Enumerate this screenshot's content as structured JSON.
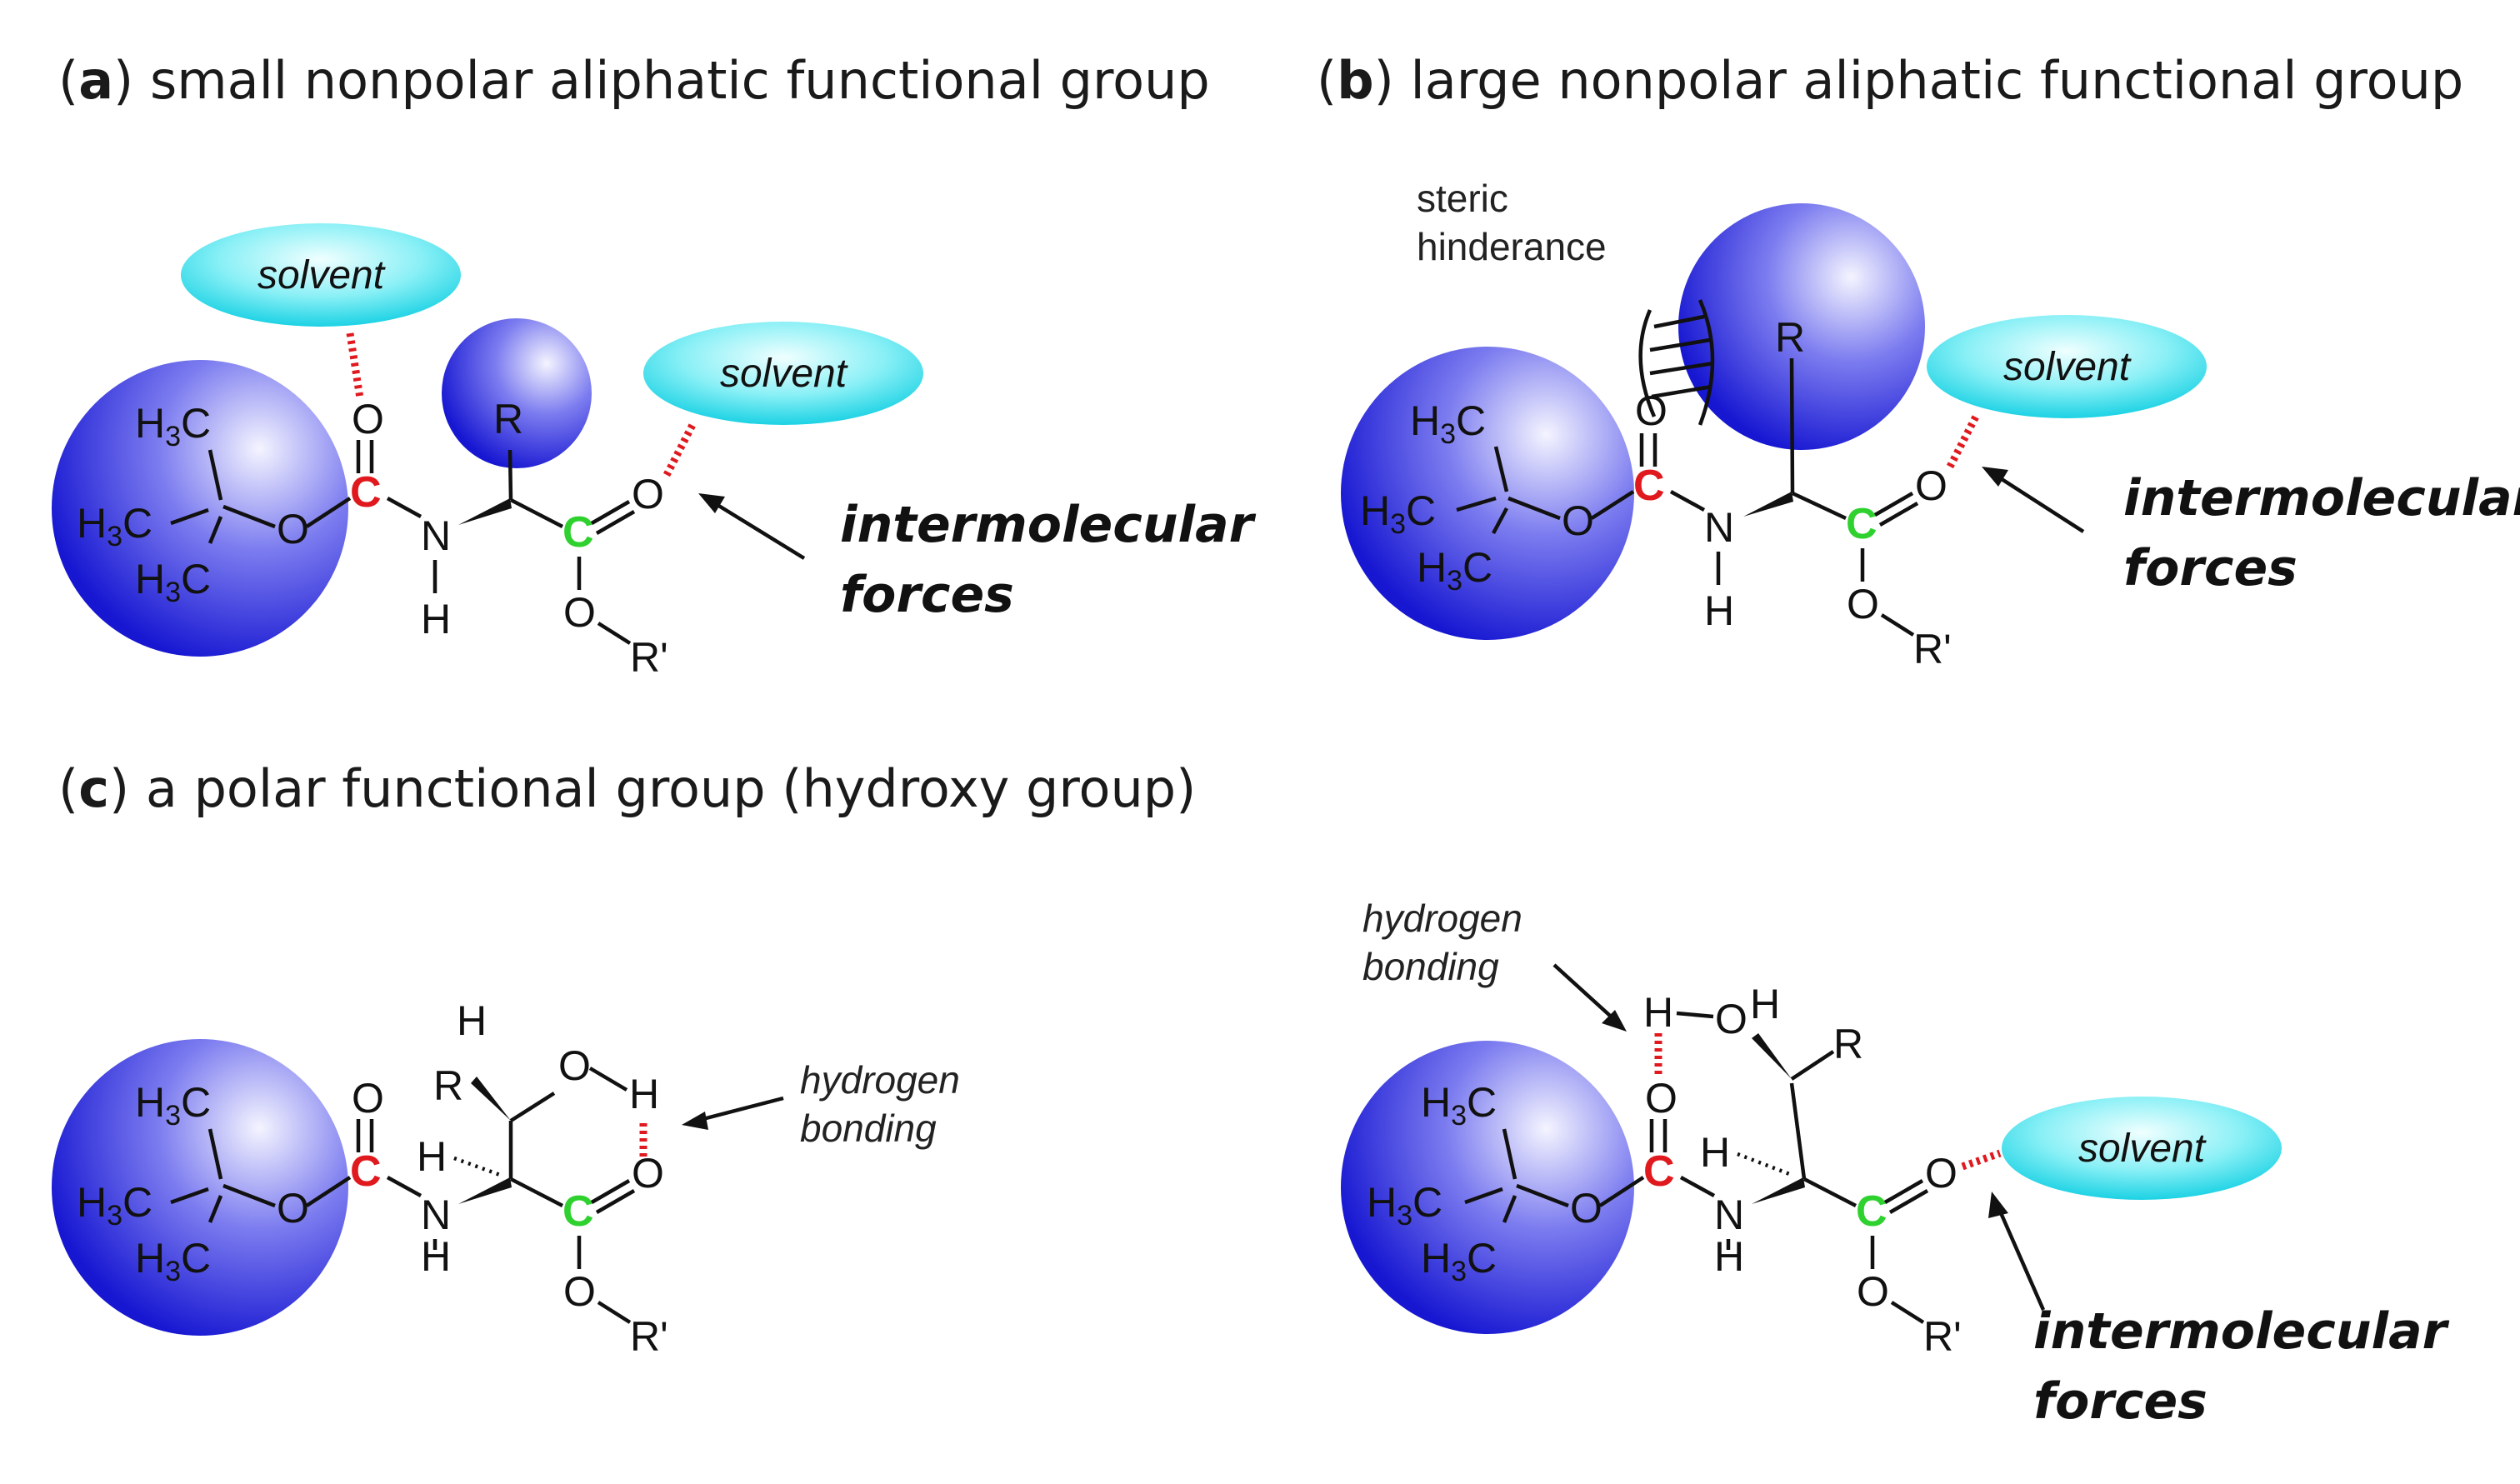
{
  "panels": {
    "a": {
      "letter": "a",
      "title": " small nonpolar aliphatic functional group",
      "solvent_top": "solvent",
      "solvent_right": "solvent",
      "forces_line1": "intermolecular",
      "forces_line2": "forces"
    },
    "b": {
      "letter": "b",
      "title": " large nonpolar aliphatic functional group",
      "steric_line1": "steric",
      "steric_line2": "hinderance",
      "solvent": "solvent",
      "forces_line1": "intermolecular",
      "forces_line2": "forces"
    },
    "c": {
      "letter": "c",
      "title": " a polar functional group (hydroxy group)",
      "hb_left_line1": "hydrogen",
      "hb_left_line2": "bonding",
      "hb_right_line1": "hydrogen",
      "hb_right_line2": "bonding",
      "solvent": "solvent",
      "forces_line1": "intermolecular",
      "forces_line2": "forces"
    }
  },
  "atoms": {
    "carbon": "C",
    "oxygen": "O",
    "nitrogen": "N",
    "hydrogen": "H",
    "methyl": "H",
    "methyl_sub": "3",
    "methyl_c": "C",
    "r_group": "R",
    "r_prime": "R'"
  },
  "colors": {
    "sphere_center": "#f2f2ff",
    "sphere_edge": "#1a1ad6",
    "solvent_center": "#e6ffff",
    "solvent_edge": "#1fd6e6",
    "carbonyl_carbon": "#e0191e",
    "ester_carbon": "#2fd12f",
    "h_bond": "#e0191e"
  }
}
